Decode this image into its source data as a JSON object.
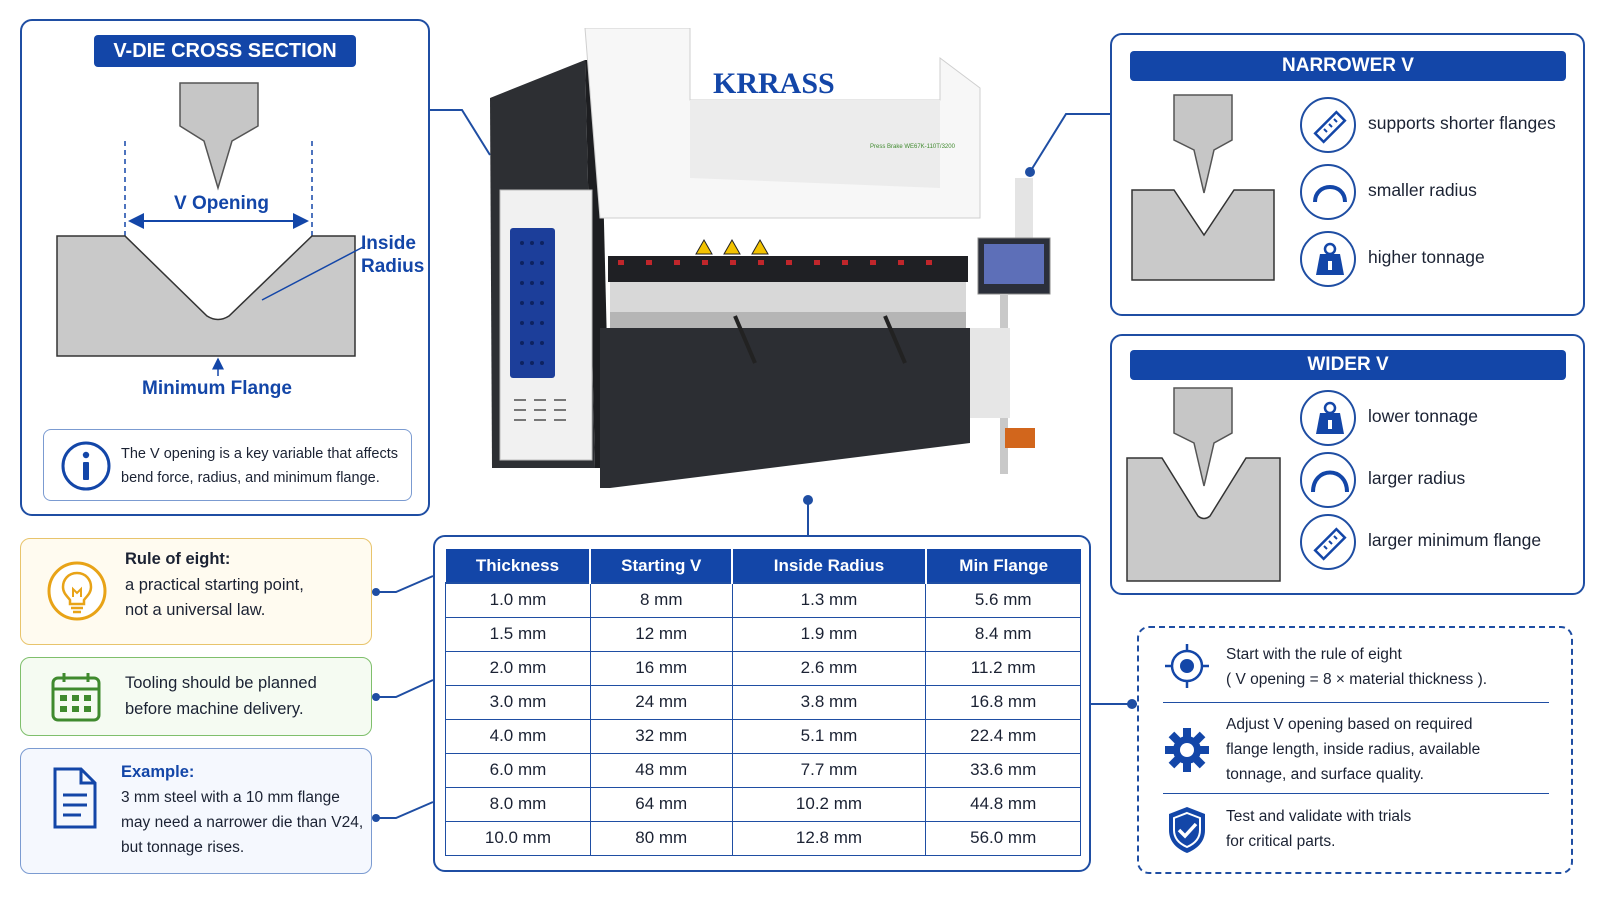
{
  "vdie_panel": {
    "title": "V-DIE CROSS SECTION",
    "label_v_opening": "V Opening",
    "label_inside": "Inside",
    "label_radius": "Radius",
    "label_min_flange": "Minimum Flange",
    "info_text": "The V opening is a key variable that affects bend force, radius, and minimum flange."
  },
  "cards": {
    "rule": {
      "title": "Rule of eight:",
      "line1": "a practical starting point,",
      "line2": "not a universal law."
    },
    "tooling": {
      "line1": "Tooling should be planned",
      "line2": "before machine delivery."
    },
    "example": {
      "title": "Example:",
      "line1": "3 mm steel with a 10 mm flange",
      "line2": "may need a narrower die than V24,",
      "line3": "but tonnage rises."
    }
  },
  "machine": {
    "brand": "KRRASS",
    "model": "Press Brake WE67K-110T/3200"
  },
  "table": {
    "headers": [
      "Thickness",
      "Starting V",
      "Inside Radius",
      "Min Flange"
    ],
    "rows": [
      [
        "1.0 mm",
        "8 mm",
        "1.3 mm",
        "5.6 mm"
      ],
      [
        "1.5 mm",
        "12 mm",
        "1.9 mm",
        "8.4 mm"
      ],
      [
        "2.0 mm",
        "16 mm",
        "2.6 mm",
        "11.2 mm"
      ],
      [
        "3.0 mm",
        "24 mm",
        "3.8 mm",
        "16.8 mm"
      ],
      [
        "4.0 mm",
        "32 mm",
        "5.1 mm",
        "22.4 mm"
      ],
      [
        "6.0 mm",
        "48 mm",
        "7.7 mm",
        "33.6 mm"
      ],
      [
        "8.0 mm",
        "64 mm",
        "10.2 mm",
        "44.8 mm"
      ],
      [
        "10.0 mm",
        "80 mm",
        "12.8 mm",
        "56.0 mm"
      ]
    ]
  },
  "narrower": {
    "title": "NARROWER V",
    "features": [
      {
        "icon": "ruler-icon",
        "text": "supports shorter flanges"
      },
      {
        "icon": "arc-icon",
        "text": "smaller radius"
      },
      {
        "icon": "weight-icon",
        "text": "higher tonnage"
      }
    ]
  },
  "wider": {
    "title": "WIDER V",
    "features": [
      {
        "icon": "weight-icon",
        "text": "lower tonnage"
      },
      {
        "icon": "arc-icon",
        "text": "larger radius"
      },
      {
        "icon": "ruler-icon",
        "text": "larger minimum flange"
      }
    ]
  },
  "tips": {
    "tip1": {
      "line1": "Start with the rule of eight",
      "line2": "( V opening = 8 × material thickness )."
    },
    "tip2": {
      "line1": "Adjust V opening based on required",
      "line2": "flange length, inside radius, available",
      "line3": "tonnage, and surface quality."
    },
    "tip3": {
      "line1": "Test and validate with trials",
      "line2": "for critical parts."
    }
  },
  "colors": {
    "primary": "#1346a8",
    "accent_yellow": "#e8a317",
    "accent_green": "#3f8a2e",
    "metal": "#cfcfcf"
  }
}
